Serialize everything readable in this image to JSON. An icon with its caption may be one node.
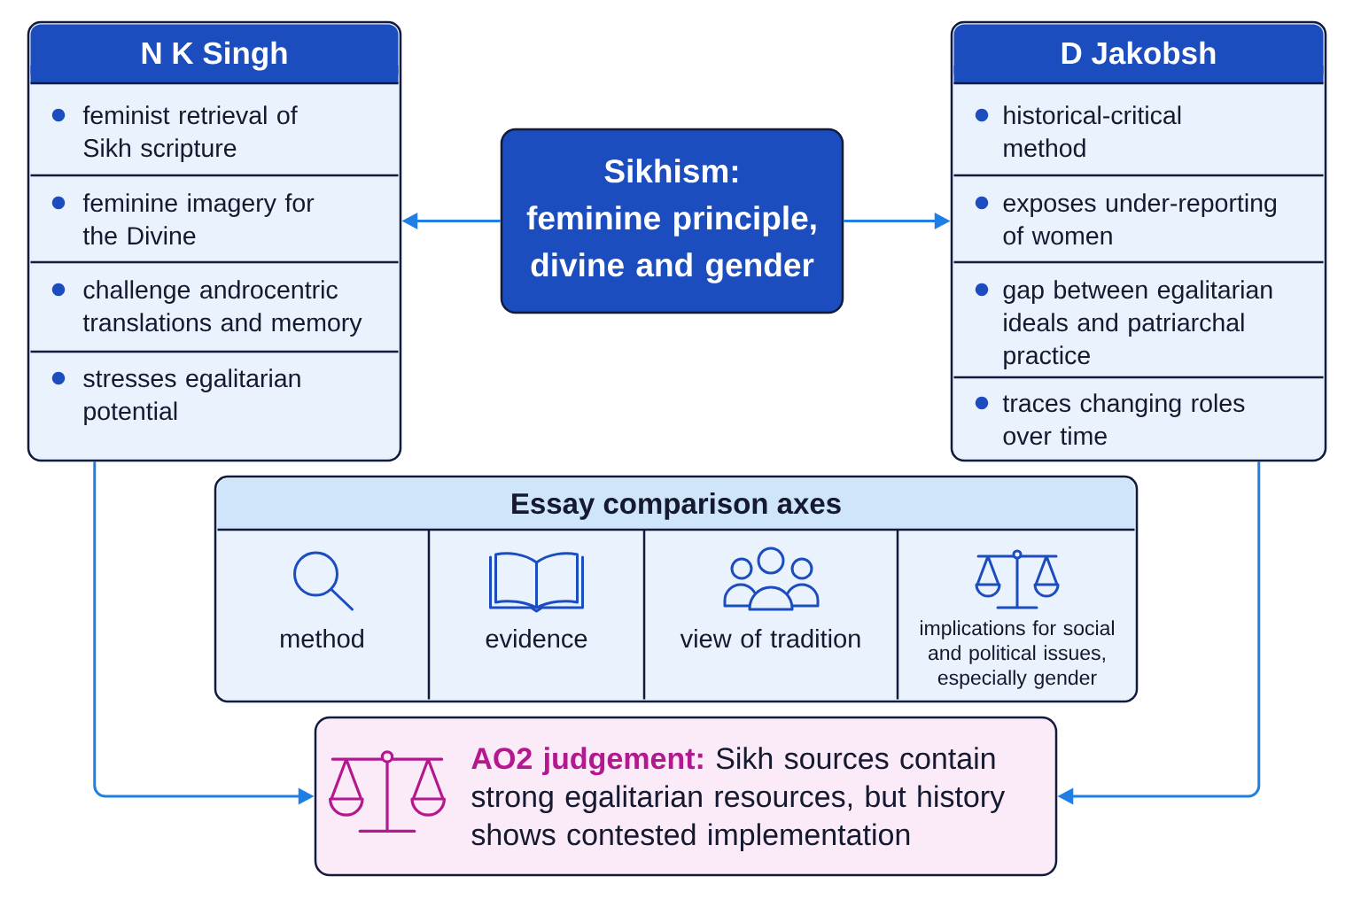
{
  "diagram": {
    "nodes": [
      {
        "text": [
          "N K Singh"
        ]
      },
      {
        "text": [
          "feminist retrieval of Sikh scripture"
        ],
        "in": 0
      },
      {
        "text": [
          "feminine imagery for the Divine"
        ],
        "in": 0
      },
      {
        "text": [
          "challenge androcentric translations and memory"
        ],
        "in": 0
      },
      {
        "text": [
          "stresses egalitarian potential"
        ],
        "in": 0
      },
      {
        "text": [
          "Sikhism:",
          "feminine principle, divine and gender"
        ]
      },
      {
        "text": [
          "D Jakobsh"
        ]
      },
      {
        "text": [
          "historical-critical method"
        ],
        "in": 6
      },
      {
        "text": [
          "exposes under-reporting of women"
        ],
        "in": 6
      },
      {
        "text": [
          "gap between egalitarian ideals and patriarchal practice"
        ],
        "in": 6
      },
      {
        "text": [
          "traces changing roles over time"
        ],
        "in": 6
      },
      {
        "text": [
          "Essay comparison axes"
        ]
      },
      {
        "text": [
          "method"
        ],
        "in": 11
      },
      {
        "text": [
          "evidence"
        ],
        "in": 11
      },
      {
        "text": [
          "view of tradition"
        ],
        "in": 11
      },
      {
        "text": [
          "implications for social and political issues, especially gender"
        ],
        "in": 11
      },
      {
        "text": [
          "AO2 judgement:",
          "Sikh sources contain strong egalitarian resources, but history shows contested implementation"
        ]
      }
    ],
    "edges": [
      {
        "from": 5,
        "to": 0,
        "arrow": "to"
      },
      {
        "from": 5,
        "to": 6,
        "arrow": "to"
      },
      {
        "from": 0,
        "to": 16,
        "arrow": "to"
      },
      {
        "from": 6,
        "to": 16,
        "arrow": "to"
      }
    ]
  }
}
